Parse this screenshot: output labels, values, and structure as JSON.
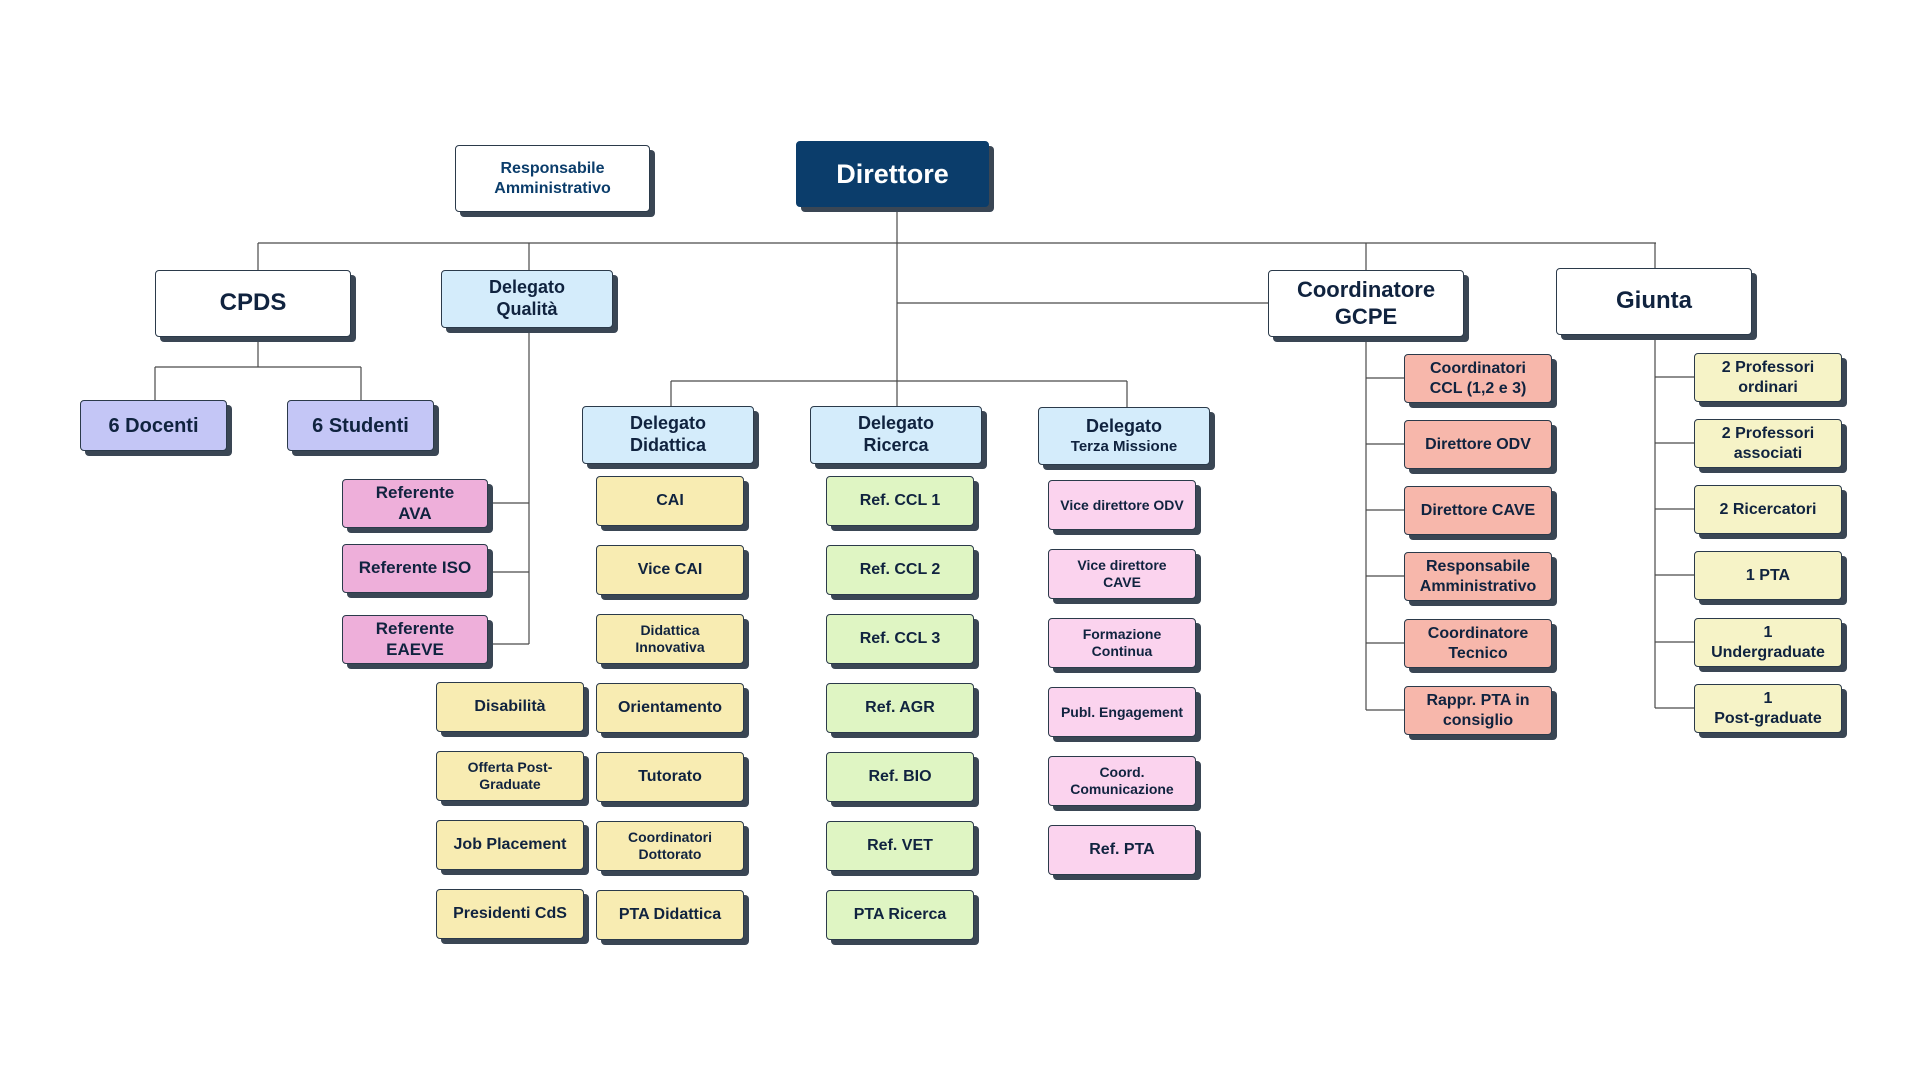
{
  "direttore": "Direttore",
  "responsabile_amm": "Responsabile\nAmministrativo",
  "cpds": {
    "title": "CPDS",
    "members": [
      "6 Docenti",
      "6 Studenti"
    ]
  },
  "qualita": {
    "title": "Delegato\nQualità",
    "referenti": [
      "Referente\nAVA",
      "Referente ISO",
      "Referente\nEAEVE"
    ]
  },
  "extra_didattica": [
    "Disabilità",
    "Offerta Post-\nGraduate",
    "Job Placement",
    "Presidenti CdS"
  ],
  "didattica": {
    "title": "Delegato\nDidattica",
    "items": [
      "CAI",
      "Vice CAI",
      "Didattica\nInnovativa",
      "Orientamento",
      "Tutorato",
      "Coordinatori\nDottorato",
      "PTA Didattica"
    ]
  },
  "ricerca": {
    "title": "Delegato\nRicerca",
    "items": [
      "Ref. CCL 1",
      "Ref. CCL 2",
      "Ref. CCL 3",
      "Ref. AGR",
      "Ref. BIO",
      "Ref. VET",
      "PTA Ricerca"
    ]
  },
  "terza_missione": {
    "title": "Delegato",
    "subtitle": "Terza Missione",
    "items": [
      "Vice direttore ODV",
      "Vice direttore\nCAVE",
      "Formazione\nContinua",
      "Publ. Engagement",
      "Coord.\nComunicazione",
      "Ref. PTA"
    ]
  },
  "gcpe": {
    "title": "Coordinatore\nGCPE",
    "items": [
      "Coordinatori\nCCL (1,2 e 3)",
      "Direttore ODV",
      "Direttore CAVE",
      "Responsabile\nAmministrativo",
      "Coordinatore\nTecnico",
      "Rappr. PTA in\nconsiglio"
    ]
  },
  "giunta": {
    "title": "Giunta",
    "items": [
      "2 Professori\nordinari",
      "2 Professori\nassociati",
      "2 Ricercatori",
      "1 PTA",
      "1\nUndergraduate",
      "1\nPost-graduate"
    ]
  }
}
